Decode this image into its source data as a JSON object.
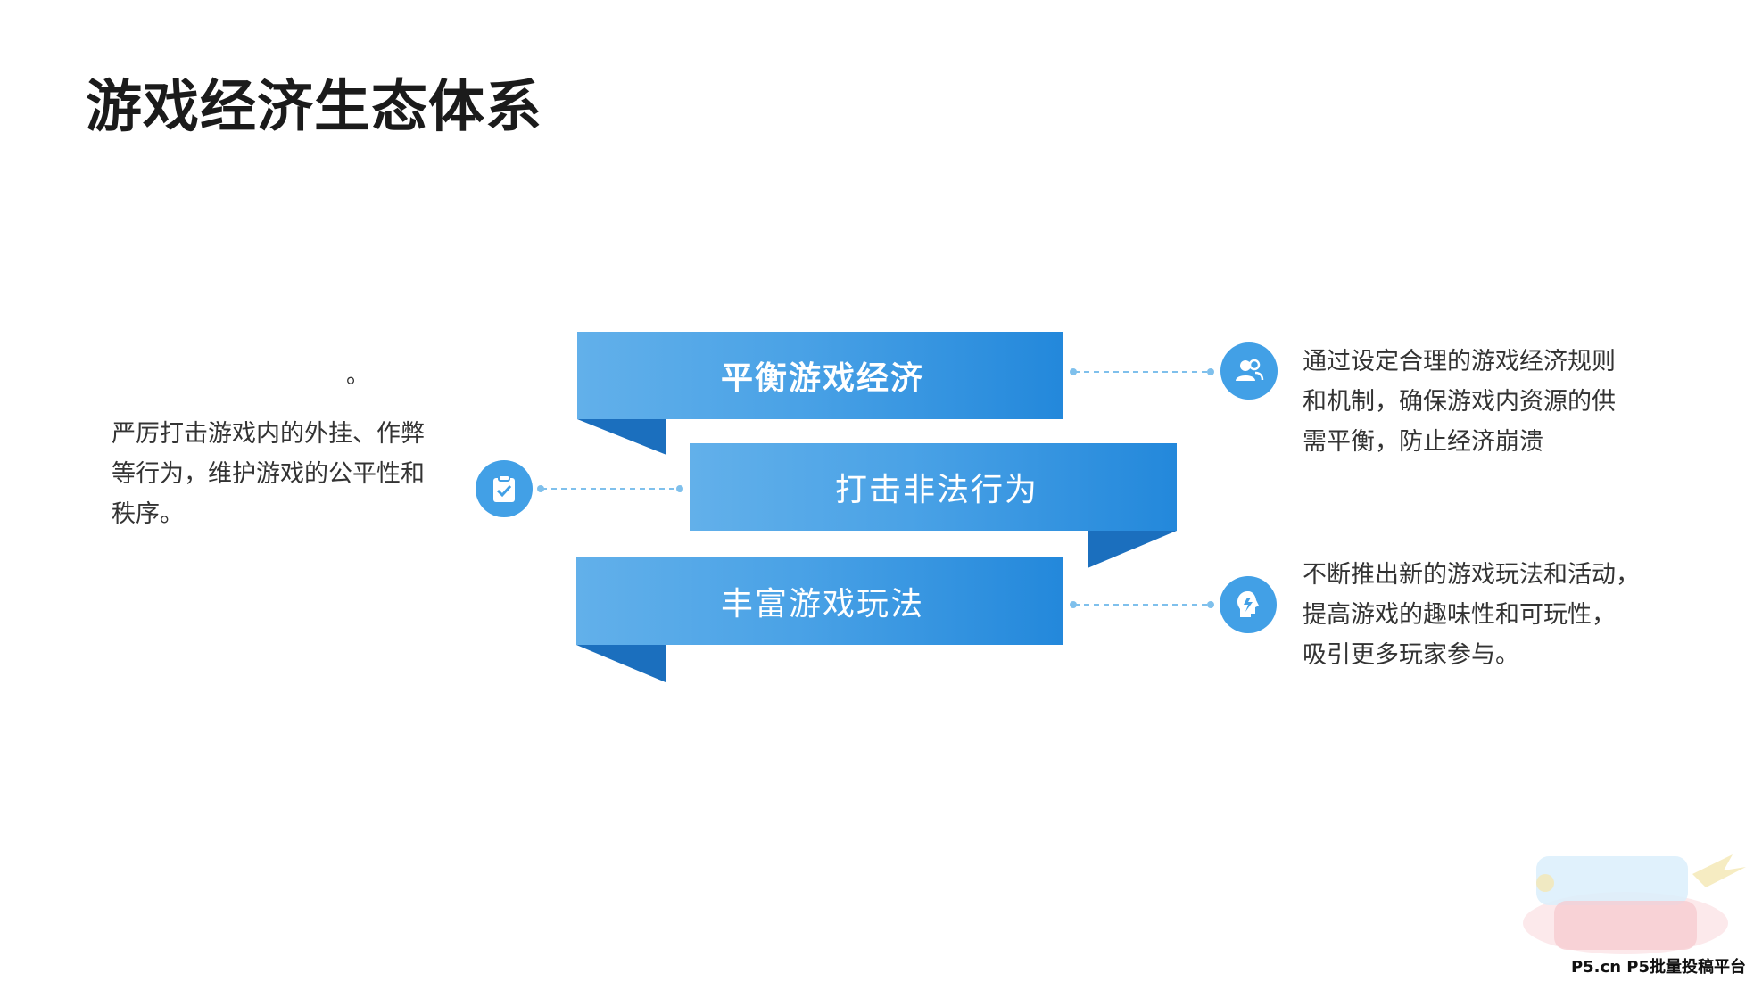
{
  "page": {
    "title": "游戏经济生态体系",
    "stray_mark": "。"
  },
  "ribbons": [
    {
      "label": "平衡游戏经济"
    },
    {
      "label": "打击非法行为"
    },
    {
      "label": "丰富游戏玩法"
    }
  ],
  "descriptions": {
    "right_top": [
      "通过设定合理的游戏经济规则",
      "和机制，确保游戏内资源的供",
      "需平衡，防止经济崩溃"
    ],
    "left_middle": [
      "严厉打击游戏内的外挂、作弊",
      "等行为，维护游戏的公平性和",
      "秩序。"
    ],
    "right_bottom": [
      "不断推出新的游戏玩法和活动，",
      "提高游戏的趣味性和可玩性，",
      "吸引更多玩家参与。"
    ]
  },
  "icons": {
    "top": "users-icon",
    "middle": "checklist-icon",
    "bottom": "lightbulb-head-icon"
  },
  "watermark": {
    "footer": "P5.cn P5批量投稿平台"
  },
  "colors": {
    "ribbon_light": "#62b0ea",
    "ribbon_dark": "#2388db",
    "fold_dark": "#1b6fbe",
    "icon_bg": "#42a0e6",
    "connector": "#7fc0ec"
  }
}
